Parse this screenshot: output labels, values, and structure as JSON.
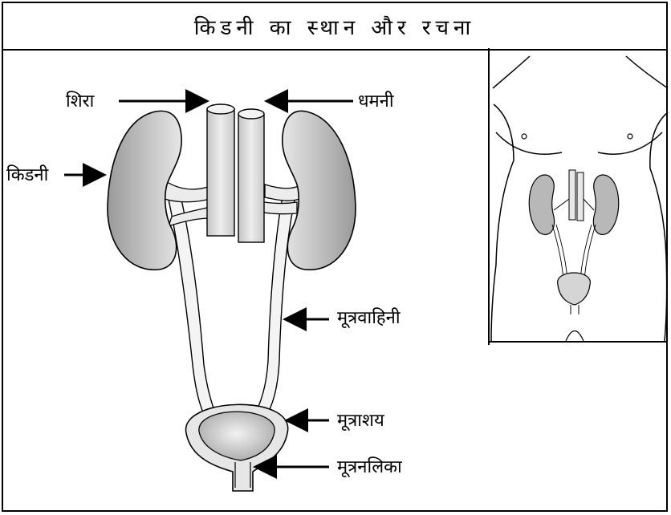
{
  "title": "किडनी का स्थान और रचना",
  "labels": {
    "vein": "शिरा",
    "artery": "धमनी",
    "kidney": "किडनी",
    "ureter": "मूत्रवाहिनी",
    "bladder": "मूत्राशय",
    "urethra": "मूत्रनलिका"
  }
}
